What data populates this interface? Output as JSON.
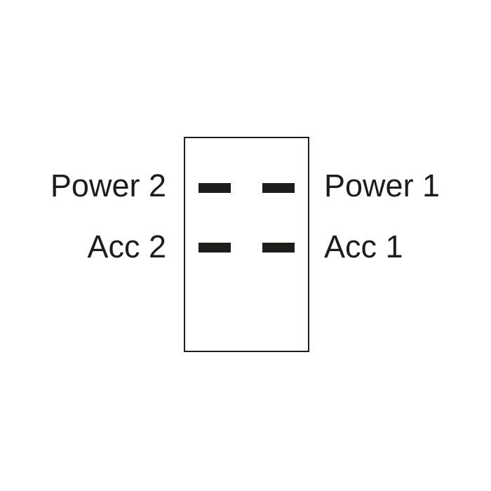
{
  "diagram": {
    "type": "switch-terminal-wiring-diagram",
    "background_color": "#ffffff",
    "ink_color": "#1d1d1b",
    "switch_body": {
      "shape": "rectangle-outline",
      "terminal_rows": 2,
      "terminal_columns": 2
    },
    "labels": {
      "power2": "Power 2",
      "power1": "Power 1",
      "acc2": "Acc 2",
      "acc1": "Acc 1"
    },
    "terminals": [
      {
        "id": "power2",
        "row": "power",
        "side": "left"
      },
      {
        "id": "power1",
        "row": "power",
        "side": "right"
      },
      {
        "id": "acc2",
        "row": "acc",
        "side": "left"
      },
      {
        "id": "acc1",
        "row": "acc",
        "side": "right"
      }
    ]
  }
}
